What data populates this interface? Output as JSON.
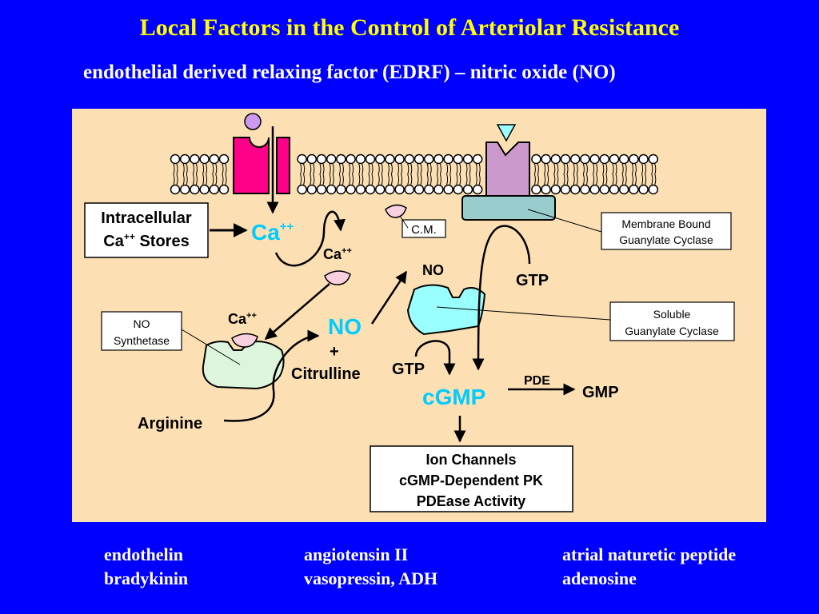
{
  "slide": {
    "title": "Local Factors in the Control of Arteriolar Resistance",
    "subtitle": "endothelial derived relaxing factor (EDRF) – nitric oxide (NO)"
  },
  "diagram": {
    "intracellular_line1": "Intracellular",
    "intracellular_line2_base": "Ca",
    "intracellular_line2_sup": "++",
    "intracellular_line2_rest": " Stores",
    "ca_base": "Ca",
    "ca_sup": "++",
    "cm_label": "C.M.",
    "membrane_gc_line1": "Membrane  Bound",
    "membrane_gc_line2": "Guanylate Cyclase",
    "no_top": "NO",
    "gtp_right": "GTP",
    "soluble_gc_line1": "Soluble",
    "soluble_gc_line2": "Guanylate Cyclase",
    "no_synthetase_line1": "NO",
    "no_synthetase_line2": "Synthetase",
    "no_big": "NO",
    "plus": "+",
    "citrulline": "Citrulline",
    "gtp_mid": "GTP",
    "cgmp": "cGMP",
    "pde": "PDE",
    "gmp": "GMP",
    "arginine": "Arginine",
    "effects_line1": "Ion Channels",
    "effects_line2": "cGMP-Dependent PK",
    "effects_line3": "PDEase Activity"
  },
  "factors": {
    "col1": [
      "endothelin",
      "bradykinin"
    ],
    "col2": [
      "angiotensin II",
      "vasopressin, ADH"
    ],
    "col3": [
      "atrial naturetic peptide",
      "adenosine"
    ]
  },
  "colors": {
    "background": "#0000ff",
    "title": "#ffff00",
    "panel": "#fce0b4",
    "channel": "#ff0088",
    "receptor": "#cc99cc",
    "membrane_gc": "#99cccc",
    "soluble_gc": "#99ffff",
    "no_synthase": "#ddf5dd",
    "ligand_circle": "#cc99ee",
    "ligand_triangle": "#99ffff",
    "cyan_text": "#00ccff"
  }
}
